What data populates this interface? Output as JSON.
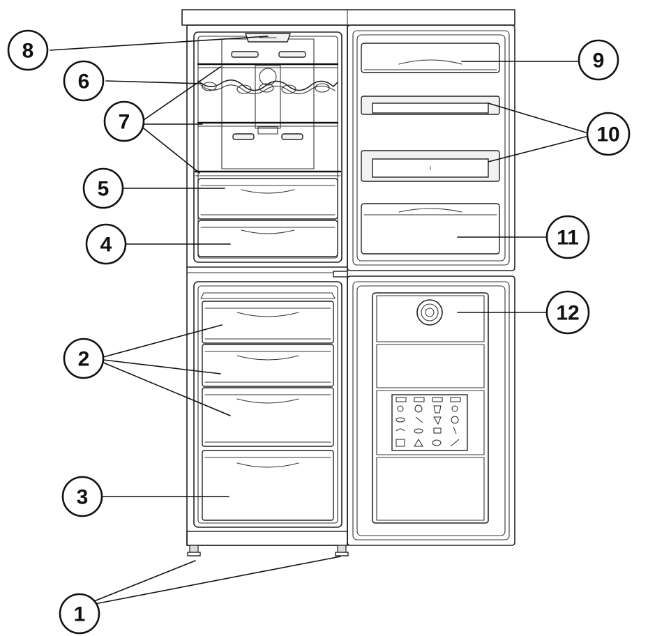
{
  "callouts": {
    "c1": "1",
    "c2": "2",
    "c3": "3",
    "c4": "4",
    "c5": "5",
    "c6": "6",
    "c7": "7",
    "c8": "8",
    "c9": "9",
    "c10": "10",
    "c11": "11",
    "c12": "12"
  },
  "colors": {
    "line": "#222222",
    "background": "#ffffff"
  }
}
